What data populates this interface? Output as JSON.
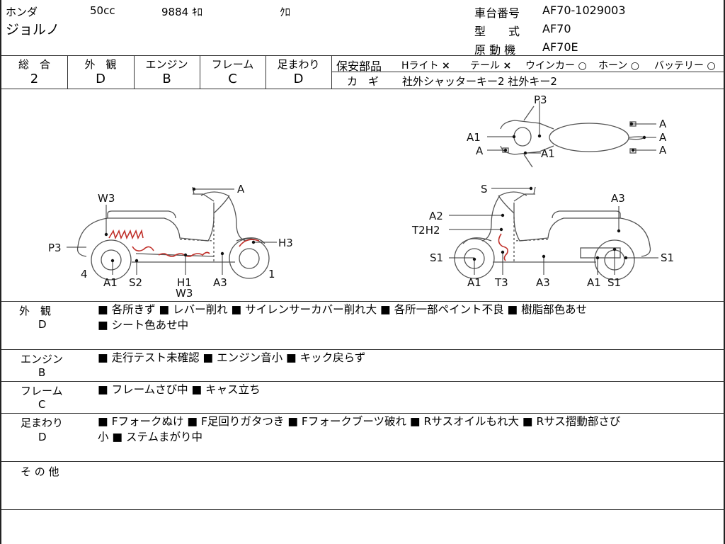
{
  "vehicle": {
    "maker": "ホンダ",
    "displacement": "50cc",
    "mileage": "9884 ｷﾛ",
    "color": "ｸﾛ",
    "model_name": "ジョルノ",
    "frame_no_label": "車台番号",
    "frame_no": "AF70-1029003",
    "type_label": "型　　式",
    "type": "AF70",
    "engine_label": "原 動 機",
    "engine": "AF70E"
  },
  "grades": {
    "headers": [
      "総　合",
      "外　観",
      "エンジン",
      "フレーム",
      "足まわり"
    ],
    "values": [
      "2",
      "D",
      "B",
      "C",
      "D"
    ]
  },
  "safety": {
    "label": "保安部品",
    "items": [
      {
        "name": "Hライト",
        "mark": "×"
      },
      {
        "name": "テール",
        "mark": "×"
      },
      {
        "name": "ウインカー",
        "mark": "○"
      },
      {
        "name": "ホーン",
        "mark": "○"
      },
      {
        "name": "バッテリー",
        "mark": "○"
      }
    ],
    "key_label": "カ　ギ",
    "key_value": "社外シャッターキー2 社外キー2"
  },
  "diagram": {
    "left_labels": {
      "w3": "W3",
      "a_top": "A",
      "p3": "P3",
      "h3": "H3",
      "four": "4",
      "a1": "A1",
      "s2": "S2",
      "h1": "H1",
      "w3b": "W3",
      "a3": "A3",
      "one": "1"
    },
    "top_labels": {
      "p3": "P3",
      "a1_left": "A1",
      "a_left": "A",
      "a1_bottom": "A1",
      "a_r1": "A",
      "a_r2": "A",
      "a_r3": "A"
    },
    "right_labels": {
      "s": "S",
      "a2": "A2",
      "t2h2": "T2H2",
      "s1_left": "S1",
      "a1": "A1",
      "t3": "T3",
      "a3_bottom": "A3",
      "a3_top": "A3",
      "a1_right": "A1",
      "s1_bottom": "S1",
      "s1_right": "S1"
    }
  },
  "notes": [
    {
      "label": "外　観",
      "grade": "D",
      "lines": [
        "■ 各所きず ■ レバー削れ ■ サイレンサーカバー削れ大 ■ 各所一部ペイント不良 ■ 樹脂部色あせ",
        "■ シート色あせ中"
      ]
    },
    {
      "label": "エンジン",
      "grade": "B",
      "lines": [
        "■ 走行テスト未確認 ■ エンジン音小 ■ キック戻らず"
      ]
    },
    {
      "label": "フレーム",
      "grade": "C",
      "lines": [
        "■ フレームさび中 ■ キャス立ち"
      ]
    },
    {
      "label": "足まわり",
      "grade": "D",
      "lines": [
        "■ Fフォークぬけ ■ F足回りガタつき ■ Fフォークブーツ破れ ■ Rサスオイルもれ大 ■ Rサス摺動部さび",
        "小 ■ ステムまがり中"
      ]
    },
    {
      "label": "そ の 他",
      "grade": "",
      "lines": []
    }
  ]
}
